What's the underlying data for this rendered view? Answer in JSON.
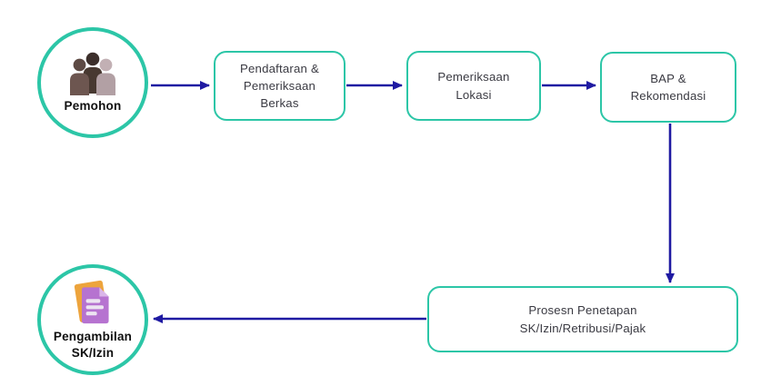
{
  "diagram": {
    "colors": {
      "node_border": "#2cc6a7",
      "arrow": "#1f1aa2",
      "box_text": "#3a3a42",
      "circle_label_text": "#101010",
      "people_icon": [
        "#6d5650",
        "#483931",
        "#b2a0a4"
      ],
      "document_icon": [
        "#eda43c",
        "#b673d0"
      ]
    },
    "nodes": {
      "pemohon": {
        "label": "Pemohon",
        "icon": "people-group-icon"
      },
      "pendaftaran": {
        "lines": [
          "Pendaftaran &",
          "Pemeriksaan",
          "Berkas"
        ]
      },
      "lokasi": {
        "lines": [
          "Pemeriksaan",
          "Lokasi"
        ]
      },
      "bap": {
        "lines": [
          "BAP &",
          "Rekomendasi"
        ]
      },
      "proses": {
        "lines": [
          "Prosesn Penetapan",
          "SK/Izin/Retribusi/Pajak"
        ]
      },
      "pengambilan": {
        "lines": [
          "Pengambilan",
          "SK/Izin"
        ],
        "icon": "document-icon"
      }
    },
    "edges": [
      {
        "from": "pemohon",
        "to": "pendaftaran"
      },
      {
        "from": "pendaftaran",
        "to": "lokasi"
      },
      {
        "from": "lokasi",
        "to": "bap"
      },
      {
        "from": "bap",
        "to": "proses"
      },
      {
        "from": "proses",
        "to": "pengambilan"
      }
    ]
  }
}
